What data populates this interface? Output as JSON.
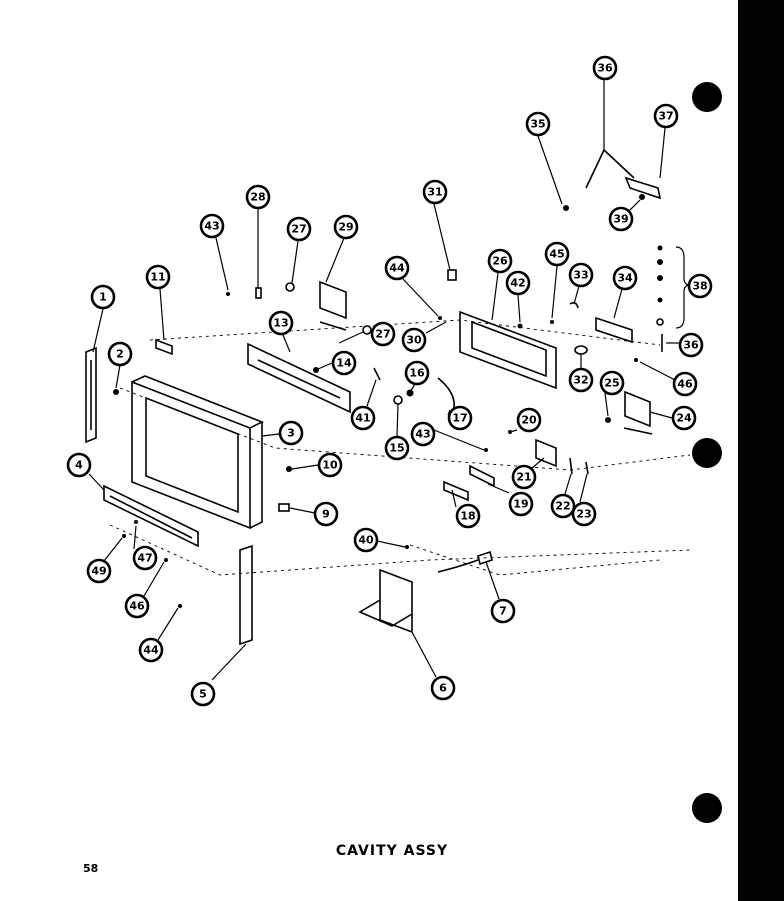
{
  "title": "CAVITY ASSY",
  "page_number": "58",
  "callouts": [
    "1",
    "2",
    "3",
    "4",
    "5",
    "6",
    "7",
    "9",
    "10",
    "11",
    "13",
    "14",
    "15",
    "16",
    "17",
    "18",
    "19",
    "20",
    "21",
    "22",
    "23",
    "24",
    "25",
    "26",
    "27",
    "27",
    "28",
    "29",
    "30",
    "31",
    "32",
    "33",
    "34",
    "35",
    "36",
    "36",
    "37",
    "38",
    "39",
    "40",
    "41",
    "42",
    "43",
    "43",
    "44",
    "44",
    "45",
    "46",
    "46",
    "47",
    "49"
  ],
  "colors": {
    "ink": "#000000",
    "paper": "#ffffff"
  }
}
